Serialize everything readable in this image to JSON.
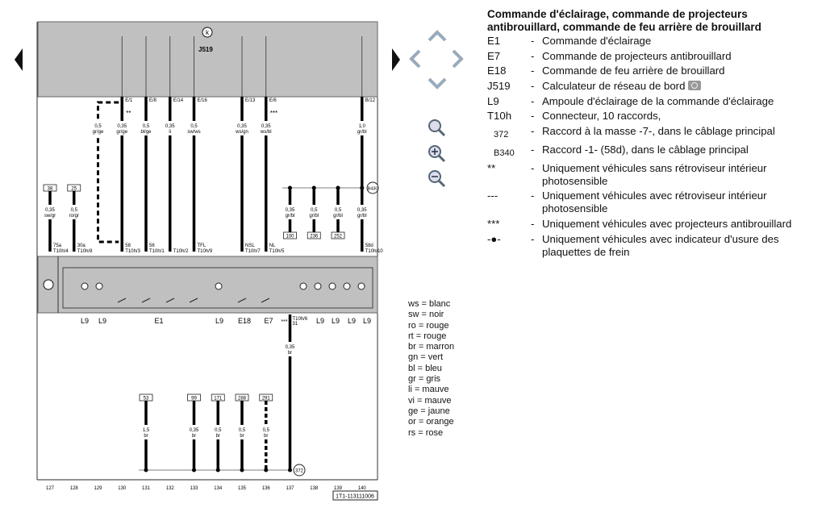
{
  "diagram": {
    "control_unit": "J519",
    "top_wires": [
      {
        "col": "130",
        "pin": "E/1",
        "mark": "**",
        "gauge": "0,35",
        "color": "gr/ge",
        "term": "58",
        "conn": "T10h/3"
      },
      {
        "col": "131",
        "pin": "E/8",
        "mark": "",
        "gauge": "0,5",
        "color": "bl/ge",
        "term": "56",
        "conn": "T10h/1"
      },
      {
        "col": "132",
        "pin": "E/14",
        "mark": "",
        "gauge": "0,35",
        "color": "li",
        "term": "",
        "conn": "T10h/2"
      },
      {
        "col": "133",
        "pin": "E/16",
        "mark": "",
        "gauge": "0,5",
        "color": "sw/ws",
        "term": "TFL",
        "conn": "T10h/9"
      },
      {
        "col": "135",
        "pin": "E/13",
        "mark": "",
        "gauge": "0,35",
        "color": "ws/gn",
        "term": "NSL",
        "conn": "T10h/7"
      },
      {
        "col": "136",
        "pin": "E/6",
        "mark": "***",
        "gauge": "0,35",
        "color": "ws/bl",
        "term": "NL",
        "conn": "T10h/5"
      },
      {
        "col": "140",
        "pin": "B/12",
        "mark": "",
        "gauge": "1,0",
        "color": "gr/bl",
        "term": "",
        "conn": ""
      }
    ],
    "dashed_wire": {
      "col": "129",
      "gauge": "0,5",
      "color": "gr/ge"
    },
    "left_feeds": [
      {
        "col": "127",
        "ref": "38",
        "gauge": "0,35",
        "color": "sw/gr",
        "term": "75a",
        "conn": "T10h/4"
      },
      {
        "col": "128",
        "ref": "25",
        "gauge": "0,5",
        "color": "ro/gr",
        "term": "30a",
        "conn": "T10h/8"
      }
    ],
    "b430_branches": [
      {
        "col": "137",
        "ref": "100",
        "gauge": "0,35",
        "color": "gr/bl"
      },
      {
        "col": "138",
        "ref": "236",
        "gauge": "0,5",
        "color": "gr/bl"
      },
      {
        "col": "139",
        "ref": "252",
        "gauge": "0,5",
        "color": "gr/bl"
      },
      {
        "col": "140",
        "ref": "",
        "gauge": "0,35",
        "color": "gr/bl",
        "term": "58d",
        "conn": "T10h/10"
      }
    ],
    "b430_label": "B430",
    "component_labels": [
      "L9",
      "L9",
      "E1",
      "L9",
      "E18",
      "E7",
      "L9",
      "L9",
      "L9",
      "L9"
    ],
    "ground_conn": {
      "mark": "***",
      "conn": "T10h/6",
      "term": "31",
      "gauge": "0,35",
      "color": "br"
    },
    "ground_branches": [
      {
        "col": "131",
        "ref": "53",
        "gauge": "1,5",
        "color": "br"
      },
      {
        "col": "133",
        "ref": "99",
        "gauge": "0,35",
        "color": "br"
      },
      {
        "col": "134",
        "ref": "171",
        "gauge": "0,5",
        "color": "br"
      },
      {
        "col": "135",
        "ref": "288",
        "gauge": "0,5",
        "color": "br"
      },
      {
        "col": "136",
        "ref": "291",
        "gauge": "0,5",
        "color": "br",
        "dashed": true
      }
    ],
    "ground_label": "372",
    "columns": [
      "127",
      "128",
      "129",
      "130",
      "131",
      "132",
      "133",
      "134",
      "135",
      "136",
      "137",
      "138",
      "139",
      "140"
    ],
    "reference": "1T1-113111006"
  },
  "legend": {
    "title": "Commande d'éclairage, commande de projecteurs antibrouillard, commande de feu arrière de brouillard",
    "items": [
      {
        "code": "E1",
        "text": "Commande d'éclairage"
      },
      {
        "code": "E7",
        "text": "Commande de projecteurs antibrouillard"
      },
      {
        "code": "E18",
        "text": "Commande de feu arrière de brouillard"
      },
      {
        "code": "J519",
        "text": "Calculateur de réseau de bord"
      },
      {
        "code": "L9",
        "text": "Ampoule d'éclairage de la commande d'éclairage"
      },
      {
        "code": "T10h",
        "text": "Connecteur, 10 raccords,"
      },
      {
        "code": "372",
        "text": "Raccord à la masse -7-, dans le câblage principal"
      },
      {
        "code": "B340",
        "text": "Raccord -1- (58d), dans le câblage principal"
      },
      {
        "code": "**",
        "text": "Uniquement véhicules sans rétroviseur intérieur photosensible"
      },
      {
        "code": "---",
        "text": "Uniquement véhicules avec rétroviseur intérieur photosensible"
      },
      {
        "code": "***",
        "text": "Uniquement véhicules avec projecteurs antibrouillard"
      },
      {
        "code": "-●-",
        "text": "Uniquement véhicules avec indicateur d'usure des plaquettes de frein"
      }
    ],
    "dash": "-"
  },
  "color_codes": [
    "ws = blanc",
    "sw = noir",
    "ro = rouge",
    "rt = rouge",
    "br = marron",
    "gn = vert",
    "bl = bleu",
    "gr = gris",
    "li = mauve",
    "vi = mauve",
    "ge = jaune",
    "or = orange",
    "rs = rose"
  ]
}
